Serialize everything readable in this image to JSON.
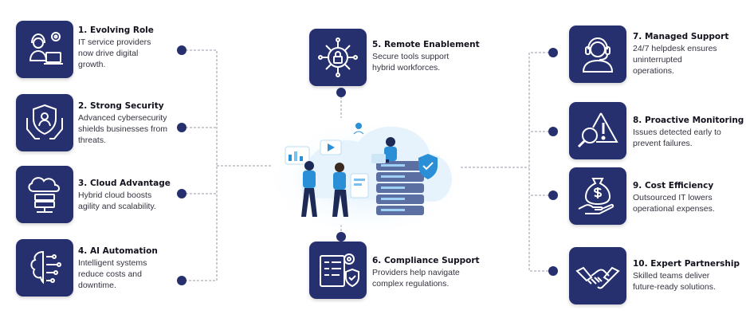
{
  "items": [
    {
      "id": "evolving-role",
      "title": "1. Evolving Role",
      "desc": "IT service providers\nnow drive digital\ngrowth.",
      "icon": "support-agent-gear-icon"
    },
    {
      "id": "strong-security",
      "title": "2. Strong Security",
      "desc": "Advanced cybersecurity\nshields businesses from\nthreats.",
      "icon": "shield-hands-icon"
    },
    {
      "id": "cloud-advantage",
      "title": "3. Cloud Advantage",
      "desc": "Hybrid cloud boosts\nagility and scalability.",
      "icon": "cloud-server-icon"
    },
    {
      "id": "ai-automation",
      "title": "4. AI Automation",
      "desc": "Intelligent systems\nreduce costs and\ndowntime.",
      "icon": "ai-brain-circuit-icon"
    },
    {
      "id": "remote-enablement",
      "title": "5. Remote Enablement",
      "desc": "Secure tools support\nhybrid workforces.",
      "icon": "lock-network-icon"
    },
    {
      "id": "compliance-support",
      "title": "6. Compliance Support",
      "desc": "Providers help navigate\ncomplex regulations.",
      "icon": "document-shield-gear-icon"
    },
    {
      "id": "managed-support",
      "title": "7. Managed Support",
      "desc": "24/7 helpdesk ensures\nuninterrupted\noperations.",
      "icon": "headset-agent-icon"
    },
    {
      "id": "proactive-monitoring",
      "title": "8. Proactive Monitoring",
      "desc": "Issues detected early to\nprevent failures.",
      "icon": "warning-magnifier-icon"
    },
    {
      "id": "cost-efficiency",
      "title": "9. Cost Efficiency",
      "desc": "Outsourced IT lowers\noperational expenses.",
      "icon": "money-bag-hand-icon"
    },
    {
      "id": "expert-partnership",
      "title": "10. Expert Partnership",
      "desc": "Skilled teams deliver\nfuture-ready solutions.",
      "icon": "handshake-icon"
    }
  ],
  "colors": {
    "tile": "#26306e",
    "dot": "#26306e",
    "line": "#9a9aa8",
    "accent": "#2b8fd8"
  },
  "illustration": "team-working-on-server-cloud-illustration"
}
